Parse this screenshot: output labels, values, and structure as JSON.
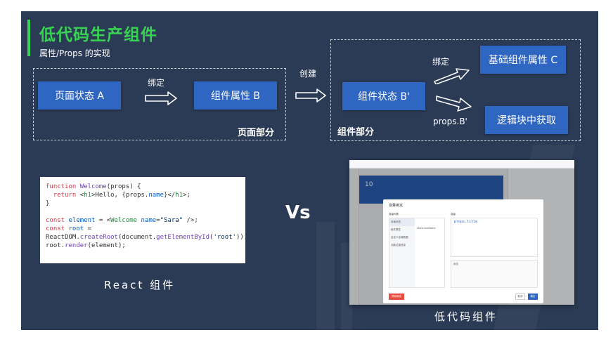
{
  "header": {
    "title": "低代码生产组件",
    "subtitle": "属性/Props 的实现"
  },
  "diagram": {
    "page_group_label": "页面部分",
    "component_group_label": "组件部分",
    "create_label": "创建",
    "bind_label_left": "绑定",
    "bind_label_right": "绑定",
    "props_label": "props.B'",
    "nodes": {
      "page_state": "页面状态 A",
      "component_prop": "组件属性 B",
      "component_state": "组件状态 B'",
      "base_prop": "基础组件属性 C",
      "logic_block": "逻辑块中获取"
    }
  },
  "code": {
    "lines": [
      "function Welcome(props) {",
      "  return <h1>Hello, {props.name}</h1>;",
      "}",
      "",
      "const element = <Welcome name=\"Sara\" />;",
      "const root =",
      "ReactDOM.createRoot(document.getElementById('root'));",
      "root.render(element);"
    ]
  },
  "vs_label": "Vs",
  "captions": {
    "react": "React 组件",
    "lowcode": "低代码组件"
  },
  "screenshot": {
    "banner_number": "10",
    "dialog_title": "变量绑定",
    "list_header": "变量列表",
    "editor_header": "变量",
    "editor_value": "props.title",
    "list_items": [
      "页面状态",
      "组件属性",
      "自定义全局数据",
      "功能位置信息"
    ],
    "sub_items": [
      "state.xxxName"
    ],
    "help_title": "用法",
    "remove_button": "移除绑定",
    "cancel_button": "取消",
    "ok_button": "确定"
  },
  "colors": {
    "background": "#2b3a55",
    "accent": "#39d353",
    "node": "#2f66c2"
  }
}
